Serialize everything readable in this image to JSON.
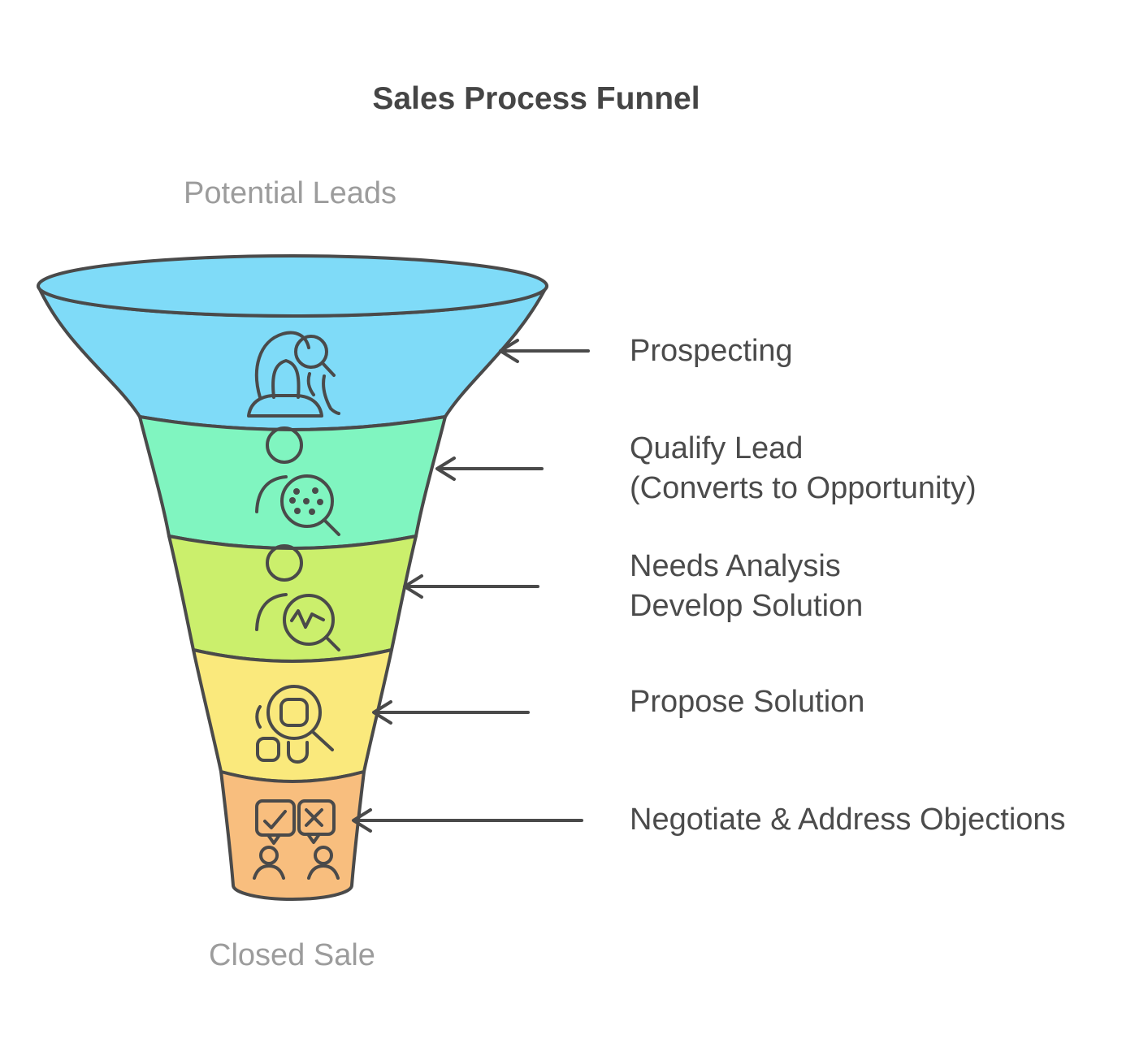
{
  "title": "Sales Process Funnel",
  "top_label": "Potential Leads",
  "bottom_label": "Closed Sale",
  "colors": {
    "background": "#ffffff",
    "outline": "#4a4a4a",
    "label_text": "#4b4b4b",
    "muted_text": "#9c9c9c"
  },
  "funnel": {
    "stages": [
      {
        "name": "Prospecting",
        "color": "#7FDBF8",
        "icon": "people-with-magnifier-icon",
        "label_lines": [
          "Prospecting"
        ]
      },
      {
        "name": "Qualify Lead",
        "color": "#80F5C0",
        "icon": "person-qualify-magnifier-dots-icon",
        "label_lines": [
          "Qualify Lead",
          "(Converts to Opportunity)"
        ]
      },
      {
        "name": "Needs Analysis / Develop Solution",
        "color": "#CBEF6C",
        "icon": "person-analysis-magnifier-pulse-icon",
        "label_lines": [
          "Needs Analysis",
          "Develop Solution"
        ]
      },
      {
        "name": "Propose Solution",
        "color": "#FAE97C",
        "icon": "magnifier-over-items-icon",
        "label_lines": [
          "Propose Solution"
        ]
      },
      {
        "name": "Negotiate & Address Objections",
        "color": "#F8BE7E",
        "icon": "check-cross-chat-bubbles-people-icon",
        "label_lines": [
          "Negotiate & Address Objections"
        ]
      }
    ]
  }
}
